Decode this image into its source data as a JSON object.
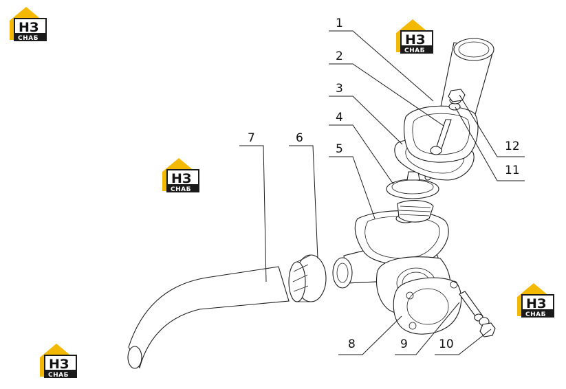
{
  "callouts": [
    {
      "num": "1"
    },
    {
      "num": "2"
    },
    {
      "num": "3"
    },
    {
      "num": "4"
    },
    {
      "num": "5"
    },
    {
      "num": "6"
    },
    {
      "num": "7"
    },
    {
      "num": "8"
    },
    {
      "num": "9"
    },
    {
      "num": "10"
    },
    {
      "num": "11"
    },
    {
      "num": "12"
    }
  ],
  "logo": {
    "top": "НЗ",
    "bottom": "СНАБ",
    "accent_color": "#f3b800",
    "dark_color": "#1a1a1a"
  }
}
